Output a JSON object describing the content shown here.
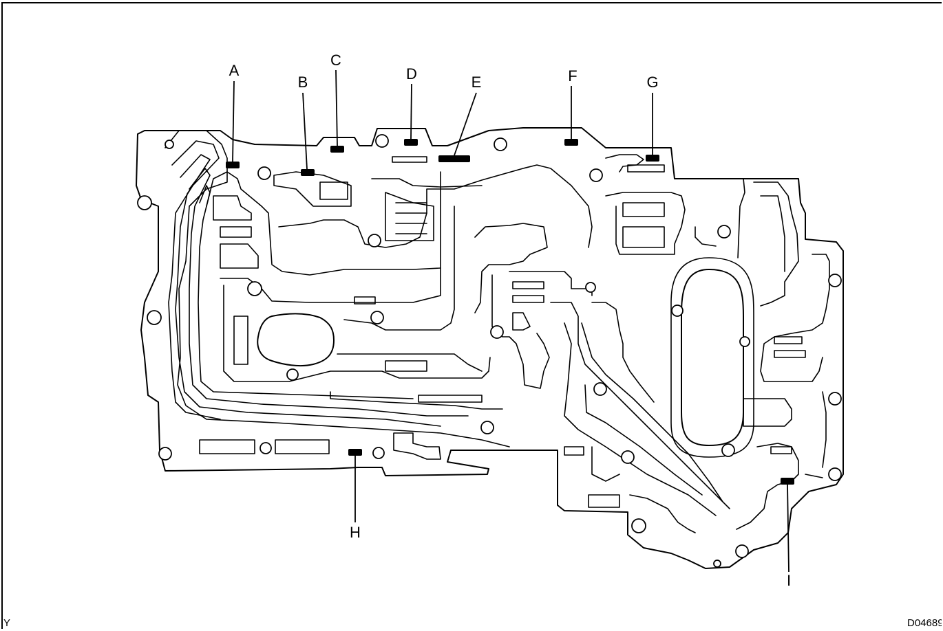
{
  "diagram": {
    "callouts": [
      "A",
      "B",
      "C",
      "D",
      "E",
      "F",
      "G",
      "H",
      "I"
    ],
    "view_code": "Y",
    "figure_code": "D04689"
  }
}
